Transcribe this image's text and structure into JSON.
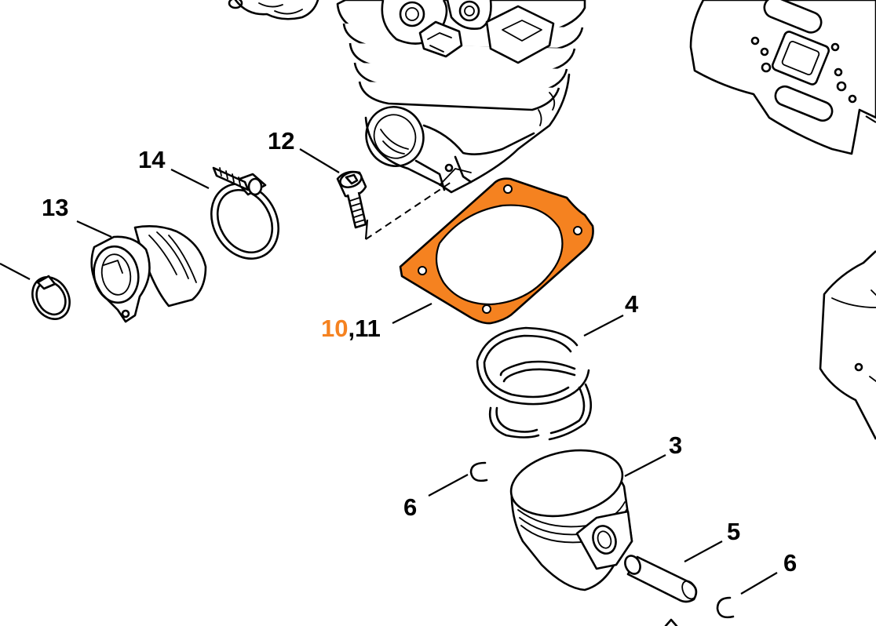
{
  "accent_color": "#f58220",
  "highlighted_part": "10",
  "callouts": {
    "c12": "12",
    "c14": "14",
    "c13": "13",
    "c10": "10",
    "c10_sep": ",",
    "c11": "11",
    "c4": "4",
    "c3": "3",
    "c6a": "6",
    "c5": "5",
    "c6b": "6"
  },
  "icons": {
    "cylinder": "cylinder-icon",
    "muffler_gasket": "muffler-gasket-icon",
    "screw": "screw-icon",
    "hose_clamp": "hose-clamp-icon",
    "intake_manifold": "intake-manifold-icon",
    "base_gasket": "base-gasket-icon",
    "piston_rings": "piston-rings-icon",
    "piston": "piston-icon",
    "piston_pin": "piston-pin-icon",
    "circlip": "circlip-icon"
  }
}
